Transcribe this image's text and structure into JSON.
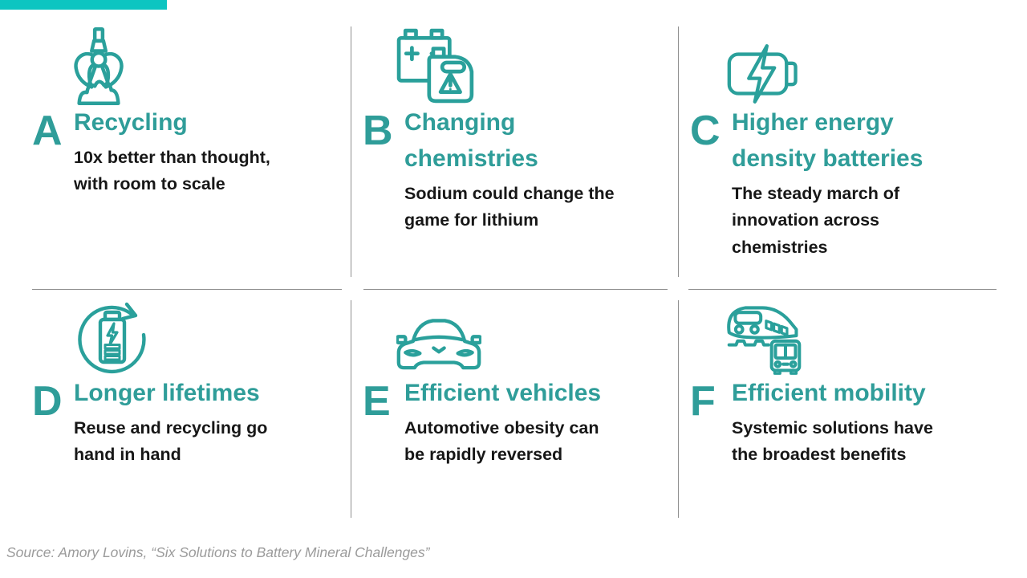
{
  "slide": {
    "accent_bar_color": "#0cc5c1",
    "teal": "#2f9d99",
    "divider_color": "#8f8f8f",
    "source": "Source: Amory Lovins, “Six Solutions to Battery Mineral Challenges”",
    "cards": [
      {
        "letter": "A",
        "title": "Recycling",
        "subtitle": "10x better than thought,\nwith room to scale",
        "icon": "claw-grabber-icon"
      },
      {
        "letter": "B",
        "title": "Changing\nchemistries",
        "subtitle": "Sodium could change the\ngame for lithium",
        "icon": "battery-jerrycan-icon"
      },
      {
        "letter": "C",
        "title": "Higher energy\ndensity batteries",
        "subtitle": "The steady march of\ninnovation across\nchemistries",
        "icon": "charging-battery-icon"
      },
      {
        "letter": "D",
        "title": "Longer lifetimes",
        "subtitle": "Reuse and recycling go\nhand in hand",
        "icon": "battery-reuse-cycle-icon"
      },
      {
        "letter": "E",
        "title": "Efficient vehicles",
        "subtitle": "Automotive obesity can\nbe rapidly reversed",
        "icon": "car-front-icon"
      },
      {
        "letter": "F",
        "title": "Efficient mobility",
        "subtitle": "Systemic solutions have\nthe broadest benefits",
        "icon": "train-bus-icon"
      }
    ]
  }
}
